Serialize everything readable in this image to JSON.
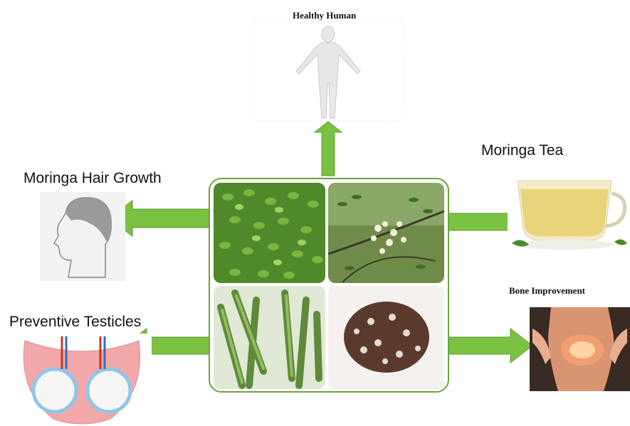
{
  "labels": {
    "healthy_human": "Healthy Human",
    "moringa_tea": "Moringa Tea",
    "hair_growth": "Moringa Hair Growth",
    "bone_improvement": "Bone Improvement",
    "preventive_testicles": "Preventive Testicles"
  },
  "colors": {
    "arrow_green": "#7cc242",
    "arrow_outline": "#5a9a2a",
    "panel_border": "#6da33a",
    "tea": "#e8d47a",
    "skin": "#f0b58e",
    "testicle_pink": "#f2a8a8",
    "testicle_blue": "#8fc6e8"
  },
  "icons": {
    "center": "moringa-collage",
    "top": "human-body-figure",
    "right_top": "tea-cup",
    "left_top": "head-profile",
    "right_bottom": "knee-joint",
    "left_bottom": "testicles-anatomy"
  }
}
